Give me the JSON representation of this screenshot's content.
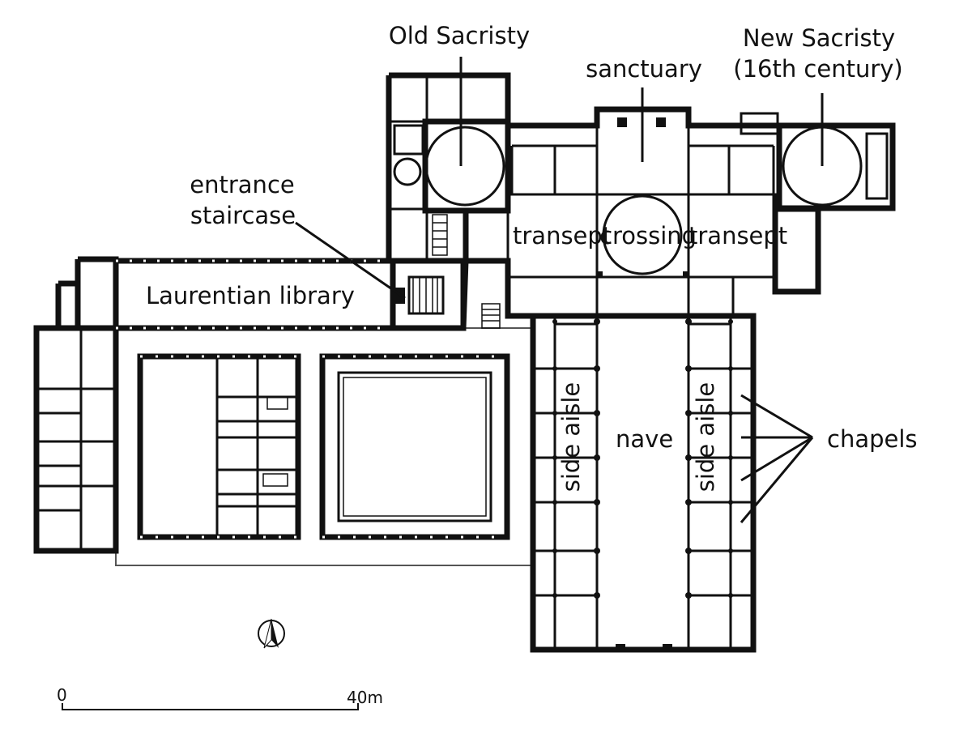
{
  "labels": {
    "old_sacristy": "Old Sacristy",
    "new_sacristy_line1": "New Sacristy",
    "new_sacristy_line2": "(16th century)",
    "sanctuary": "sanctuary",
    "entrance_line1": "entrance",
    "entrance_line2": "staircase",
    "library": "Laurentian library",
    "transept_left": "transept",
    "crossing": "crossing",
    "transept_right": "transept",
    "side_aisle_left": "side aisle",
    "nave": "nave",
    "side_aisle_right": "side aisle",
    "chapels": "chapels"
  },
  "scale_bar": {
    "start_label": "0",
    "end_label": "40m"
  },
  "icons": {
    "north_arrow": "north-arrow-icon"
  }
}
